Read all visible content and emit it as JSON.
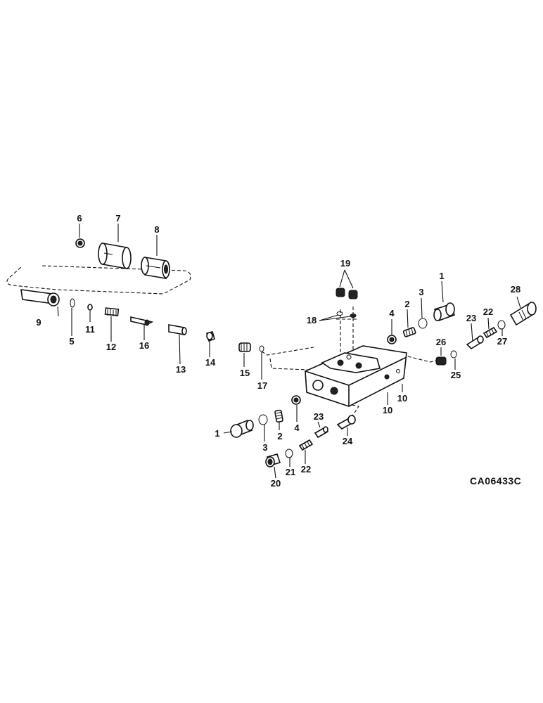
{
  "diagram_code": "CA06433C",
  "callouts": {
    "c1_right": "1",
    "c1_left": "1",
    "c2_right": "2",
    "c2_left": "2",
    "c3_right": "3",
    "c3_left": "3",
    "c4_right": "4",
    "c4_left": "4",
    "c5": "5",
    "c6": "6",
    "c7": "7",
    "c8": "8",
    "c9": "9",
    "c10_a": "10",
    "c10_b": "10",
    "c11": "11",
    "c12": "12",
    "c13": "13",
    "c14": "14",
    "c15": "15",
    "c16": "16",
    "c17": "17",
    "c18": "18",
    "c19": "19",
    "c20": "20",
    "c21": "21",
    "c22_right": "22",
    "c22_left": "22",
    "c23_right": "23",
    "c23_left": "23",
    "c24": "24",
    "c25": "25",
    "c26": "26",
    "c27": "27",
    "c28": "28"
  }
}
